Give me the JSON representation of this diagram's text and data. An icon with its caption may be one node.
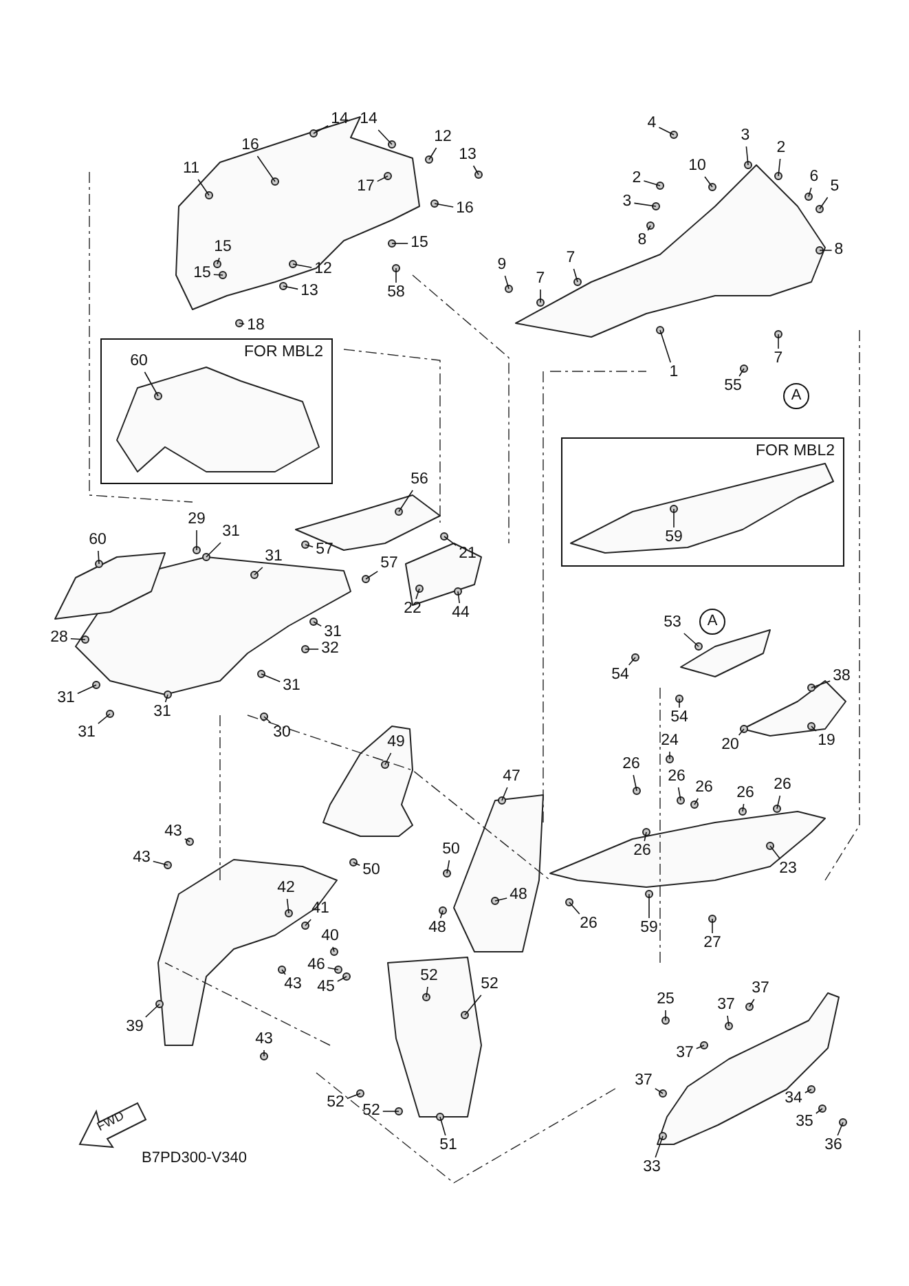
{
  "diagram": {
    "nodes": [
      {
        "text": [
          "14"
        ]
      },
      {
        "text": [
          "16"
        ]
      },
      {
        "text": [
          "11"
        ]
      },
      {
        "text": [
          "14"
        ]
      },
      {
        "text": [
          "12"
        ]
      },
      {
        "text": [
          "13"
        ]
      },
      {
        "text": [
          "17"
        ]
      },
      {
        "text": [
          "16"
        ]
      },
      {
        "text": [
          "15"
        ]
      },
      {
        "text": [
          "15"
        ]
      },
      {
        "text": [
          "12"
        ]
      },
      {
        "text": [
          "15"
        ]
      },
      {
        "text": [
          "13"
        ]
      },
      {
        "text": [
          "58"
        ]
      },
      {
        "text": [
          "18"
        ]
      },
      {
        "text": [
          "4"
        ]
      },
      {
        "text": [
          "3"
        ]
      },
      {
        "text": [
          "2"
        ]
      },
      {
        "text": [
          "2"
        ]
      },
      {
        "text": [
          "10"
        ]
      },
      {
        "text": [
          "6"
        ]
      },
      {
        "text": [
          "5"
        ]
      },
      {
        "text": [
          "3"
        ]
      },
      {
        "text": [
          "8"
        ]
      },
      {
        "text": [
          "7"
        ]
      },
      {
        "text": [
          "9"
        ]
      },
      {
        "text": [
          "7"
        ]
      },
      {
        "text": [
          "8"
        ]
      },
      {
        "text": [
          "1"
        ]
      },
      {
        "text": [
          "7"
        ]
      },
      {
        "text": [
          "55"
        ]
      },
      {
        "text": [
          "A"
        ]
      },
      {
        "text": [
          "FOR MBL2"
        ]
      },
      {
        "text": [
          "60"
        ],
        "in": 32
      },
      {
        "text": [
          "56"
        ]
      },
      {
        "text": [
          "29"
        ]
      },
      {
        "text": [
          "31"
        ]
      },
      {
        "text": [
          "60"
        ]
      },
      {
        "text": [
          "31"
        ]
      },
      {
        "text": [
          "57"
        ]
      },
      {
        "text": [
          "21"
        ]
      },
      {
        "text": [
          "57"
        ]
      },
      {
        "text": [
          "22"
        ]
      },
      {
        "text": [
          "44"
        ]
      },
      {
        "text": [
          "28"
        ]
      },
      {
        "text": [
          "31"
        ]
      },
      {
        "text": [
          "32"
        ]
      },
      {
        "text": [
          "31"
        ]
      },
      {
        "text": [
          "31"
        ]
      },
      {
        "text": [
          "31"
        ]
      },
      {
        "text": [
          "30"
        ]
      },
      {
        "text": [
          "31"
        ]
      },
      {
        "text": [
          "FOR MBL2"
        ]
      },
      {
        "text": [
          "59"
        ],
        "in": 52
      },
      {
        "text": [
          "A"
        ]
      },
      {
        "text": [
          "53"
        ]
      },
      {
        "text": [
          "54"
        ]
      },
      {
        "text": [
          "38"
        ]
      },
      {
        "text": [
          "54"
        ]
      },
      {
        "text": [
          "20"
        ]
      },
      {
        "text": [
          "19"
        ]
      },
      {
        "text": [
          "49"
        ]
      },
      {
        "text": [
          "24"
        ]
      },
      {
        "text": [
          "26"
        ]
      },
      {
        "text": [
          "26"
        ]
      },
      {
        "text": [
          "26"
        ]
      },
      {
        "text": [
          "26"
        ]
      },
      {
        "text": [
          "26"
        ]
      },
      {
        "text": [
          "47"
        ]
      },
      {
        "text": [
          "43"
        ]
      },
      {
        "text": [
          "50"
        ]
      },
      {
        "text": [
          "26"
        ]
      },
      {
        "text": [
          "43"
        ]
      },
      {
        "text": [
          "23"
        ]
      },
      {
        "text": [
          "50"
        ]
      },
      {
        "text": [
          "42"
        ]
      },
      {
        "text": [
          "48"
        ]
      },
      {
        "text": [
          "41"
        ]
      },
      {
        "text": [
          "26"
        ]
      },
      {
        "text": [
          "59"
        ]
      },
      {
        "text": [
          "48"
        ]
      },
      {
        "text": [
          "40"
        ]
      },
      {
        "text": [
          "27"
        ]
      },
      {
        "text": [
          "46"
        ]
      },
      {
        "text": [
          "52"
        ]
      },
      {
        "text": [
          "43"
        ]
      },
      {
        "text": [
          "45"
        ]
      },
      {
        "text": [
          "37"
        ]
      },
      {
        "text": [
          "52"
        ]
      },
      {
        "text": [
          "25"
        ]
      },
      {
        "text": [
          "37"
        ]
      },
      {
        "text": [
          "39"
        ]
      },
      {
        "text": [
          "43"
        ]
      },
      {
        "text": [
          "37"
        ]
      },
      {
        "text": [
          "37"
        ]
      },
      {
        "text": [
          "34"
        ]
      },
      {
        "text": [
          "52"
        ]
      },
      {
        "text": [
          "52"
        ]
      },
      {
        "text": [
          "35"
        ]
      },
      {
        "text": [
          "36"
        ]
      },
      {
        "text": [
          "51"
        ]
      },
      {
        "text": [
          "33"
        ]
      }
    ],
    "edges": [
      {
        "from": 0,
        "to": null,
        "arrow": "none"
      },
      {
        "from": 1,
        "to": null,
        "arrow": "none"
      },
      {
        "from": 2,
        "to": null,
        "arrow": "none"
      },
      {
        "from": 3,
        "to": null,
        "arrow": "none"
      },
      {
        "from": 4,
        "to": null,
        "arrow": "none"
      },
      {
        "from": 5,
        "to": null,
        "arrow": "none"
      },
      {
        "from": 6,
        "to": null,
        "arrow": "none"
      },
      {
        "from": 7,
        "to": null,
        "arrow": "none"
      },
      {
        "from": 8,
        "to": null,
        "arrow": "none"
      },
      {
        "from": 9,
        "to": null,
        "arrow": "none"
      },
      {
        "from": 10,
        "to": null,
        "arrow": "none"
      },
      {
        "from": 11,
        "to": null,
        "arrow": "none"
      },
      {
        "from": 12,
        "to": null,
        "arrow": "none"
      },
      {
        "from": 13,
        "to": null,
        "arrow": "none"
      },
      {
        "from": 14,
        "to": null,
        "arrow": "none"
      },
      {
        "from": 15,
        "to": null,
        "arrow": "none"
      },
      {
        "from": 16,
        "to": null,
        "arrow": "none"
      },
      {
        "from": 17,
        "to": null,
        "arrow": "none"
      },
      {
        "from": 18,
        "to": null,
        "arrow": "none"
      },
      {
        "from": 19,
        "to": null,
        "arrow": "none"
      },
      {
        "from": 20,
        "to": null,
        "arrow": "none"
      },
      {
        "from": 21,
        "to": null,
        "arrow": "none"
      },
      {
        "from": 22,
        "to": null,
        "arrow": "none"
      },
      {
        "from": 23,
        "to": null,
        "arrow": "none"
      },
      {
        "from": 24,
        "to": null,
        "arrow": "none"
      },
      {
        "from": 25,
        "to": null,
        "arrow": "none"
      },
      {
        "from": 26,
        "to": null,
        "arrow": "none"
      },
      {
        "from": 27,
        "to": null,
        "arrow": "none"
      },
      {
        "from": 28,
        "to": null,
        "arrow": "none"
      },
      {
        "from": 29,
        "to": null,
        "arrow": "none"
      },
      {
        "from": 30,
        "to": null,
        "arrow": "none"
      },
      {
        "from": 33,
        "to": null,
        "arrow": "none"
      },
      {
        "from": 34,
        "to": null,
        "arrow": "none"
      },
      {
        "from": 35,
        "to": null,
        "arrow": "none"
      },
      {
        "from": 36,
        "to": null,
        "arrow": "none"
      },
      {
        "from": 37,
        "to": null,
        "arrow": "none"
      },
      {
        "from": 38,
        "to": null,
        "arrow": "none"
      },
      {
        "from": 39,
        "to": null,
        "arrow": "none"
      },
      {
        "from": 40,
        "to": null,
        "arrow": "none"
      },
      {
        "from": 41,
        "to": null,
        "arrow": "none"
      },
      {
        "from": 42,
        "to": null,
        "arrow": "none"
      },
      {
        "from": 43,
        "to": null,
        "arrow": "none"
      },
      {
        "from": 44,
        "to": null,
        "arrow": "none"
      },
      {
        "from": 45,
        "to": null,
        "arrow": "none"
      },
      {
        "from": 46,
        "to": null,
        "arrow": "none"
      },
      {
        "from": 47,
        "to": null,
        "arrow": "none"
      },
      {
        "from": 48,
        "to": null,
        "arrow": "none"
      },
      {
        "from": 49,
        "to": null,
        "arrow": "none"
      },
      {
        "from": 50,
        "to": null,
        "arrow": "none"
      },
      {
        "from": 51,
        "to": null,
        "arrow": "none"
      },
      {
        "from": 53,
        "to": null,
        "arrow": "none"
      },
      {
        "from": 55,
        "to": null,
        "arrow": "none"
      },
      {
        "from": 56,
        "to": null,
        "arrow": "none"
      },
      {
        "from": 57,
        "to": null,
        "arrow": "none"
      },
      {
        "from": 58,
        "to": null,
        "arrow": "none"
      },
      {
        "from": 59,
        "to": null,
        "arrow": "none"
      },
      {
        "from": 60,
        "to": null,
        "arrow": "none"
      },
      {
        "from": 61,
        "to": null,
        "arrow": "none"
      },
      {
        "from": 62,
        "to": null,
        "arrow": "none"
      },
      {
        "from": 63,
        "to": null,
        "arrow": "none"
      },
      {
        "from": 64,
        "to": null,
        "arrow": "none"
      },
      {
        "from": 65,
        "to": null,
        "arrow": "none"
      },
      {
        "from": 66,
        "to": null,
        "arrow": "none"
      },
      {
        "from": 67,
        "to": null,
        "arrow": "none"
      },
      {
        "from": 68,
        "to": null,
        "arrow": "none"
      },
      {
        "from": 69,
        "to": null,
        "arrow": "none"
      },
      {
        "from": 70,
        "to": null,
        "arrow": "none"
      },
      {
        "from": 71,
        "to": null,
        "arrow": "none"
      },
      {
        "from": 72,
        "to": null,
        "arrow": "none"
      },
      {
        "from": 73,
        "to": null,
        "arrow": "none"
      },
      {
        "from": 74,
        "to": null,
        "arrow": "none"
      },
      {
        "from": 75,
        "to": null,
        "arrow": "none"
      },
      {
        "from": 76,
        "to": null,
        "arrow": "none"
      },
      {
        "from": 77,
        "to": null,
        "arrow": "none"
      },
      {
        "from": 78,
        "to": null,
        "arrow": "none"
      },
      {
        "from": 79,
        "to": null,
        "arrow": "none"
      },
      {
        "from": 80,
        "to": null,
        "arrow": "none"
      },
      {
        "from": 81,
        "to": null,
        "arrow": "none"
      },
      {
        "from": 82,
        "to": null,
        "arrow": "none"
      },
      {
        "from": 83,
        "to": null,
        "arrow": "none"
      },
      {
        "from": 84,
        "to": null,
        "arrow": "none"
      },
      {
        "from": 85,
        "to": null,
        "arrow": "none"
      },
      {
        "from": 86,
        "to": null,
        "arrow": "none"
      },
      {
        "from": 87,
        "to": null,
        "arrow": "none"
      },
      {
        "from": 88,
        "to": null,
        "arrow": "none"
      },
      {
        "from": 89,
        "to": null,
        "arrow": "none"
      },
      {
        "from": 90,
        "to": null,
        "arrow": "none"
      },
      {
        "from": 91,
        "to": null,
        "arrow": "none"
      },
      {
        "from": 92,
        "to": null,
        "arrow": "none"
      },
      {
        "from": 93,
        "to": null,
        "arrow": "none"
      },
      {
        "from": 94,
        "to": null,
        "arrow": "none"
      },
      {
        "from": 95,
        "to": null,
        "arrow": "none"
      },
      {
        "from": 96,
        "to": null,
        "arrow": "none"
      },
      {
        "from": 97,
        "to": null,
        "arrow": "none"
      },
      {
        "from": 98,
        "to": null,
        "arrow": "none"
      },
      {
        "from": 99,
        "to": null,
        "arrow": "none"
      },
      {
        "from": 100,
        "to": null,
        "arrow": "none"
      },
      {
        "from": 101,
        "to": null,
        "arrow": "none"
      }
    ],
    "labels": [
      "FWD",
      "B7PD300-V340"
    ]
  }
}
